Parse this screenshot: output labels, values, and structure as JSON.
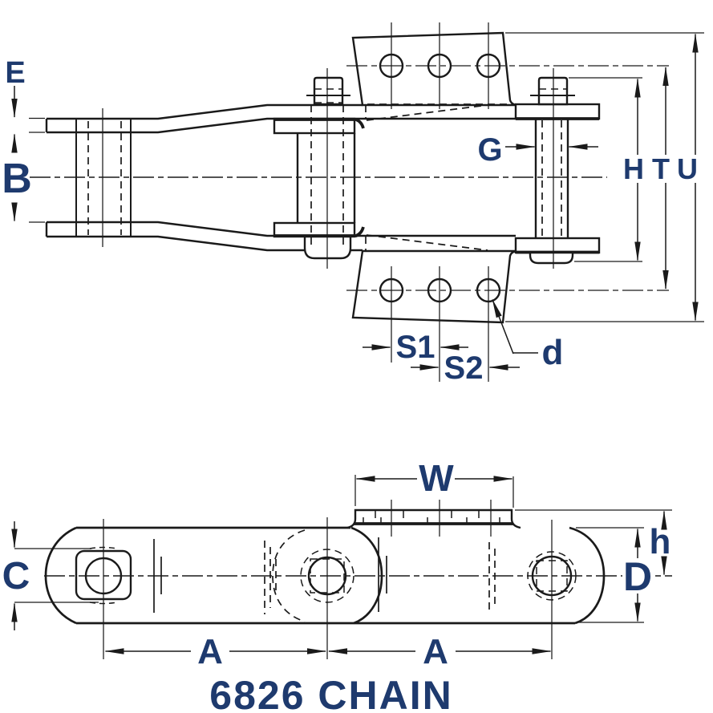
{
  "title": "6826 CHAIN",
  "colors": {
    "label": "#1e3a6e",
    "line": "#1a1a1a",
    "background": "#ffffff"
  },
  "views": {
    "top_view": {
      "labels": {
        "e": "E",
        "b": "B",
        "g": "G",
        "h": "H",
        "t": "T",
        "u": "U",
        "s1": "S1",
        "s2": "S2",
        "d": "d"
      }
    },
    "side_view": {
      "labels": {
        "w": "W",
        "h_small": "h",
        "c": "C",
        "d_big": "D",
        "a_left": "A",
        "a_right": "A"
      }
    }
  }
}
